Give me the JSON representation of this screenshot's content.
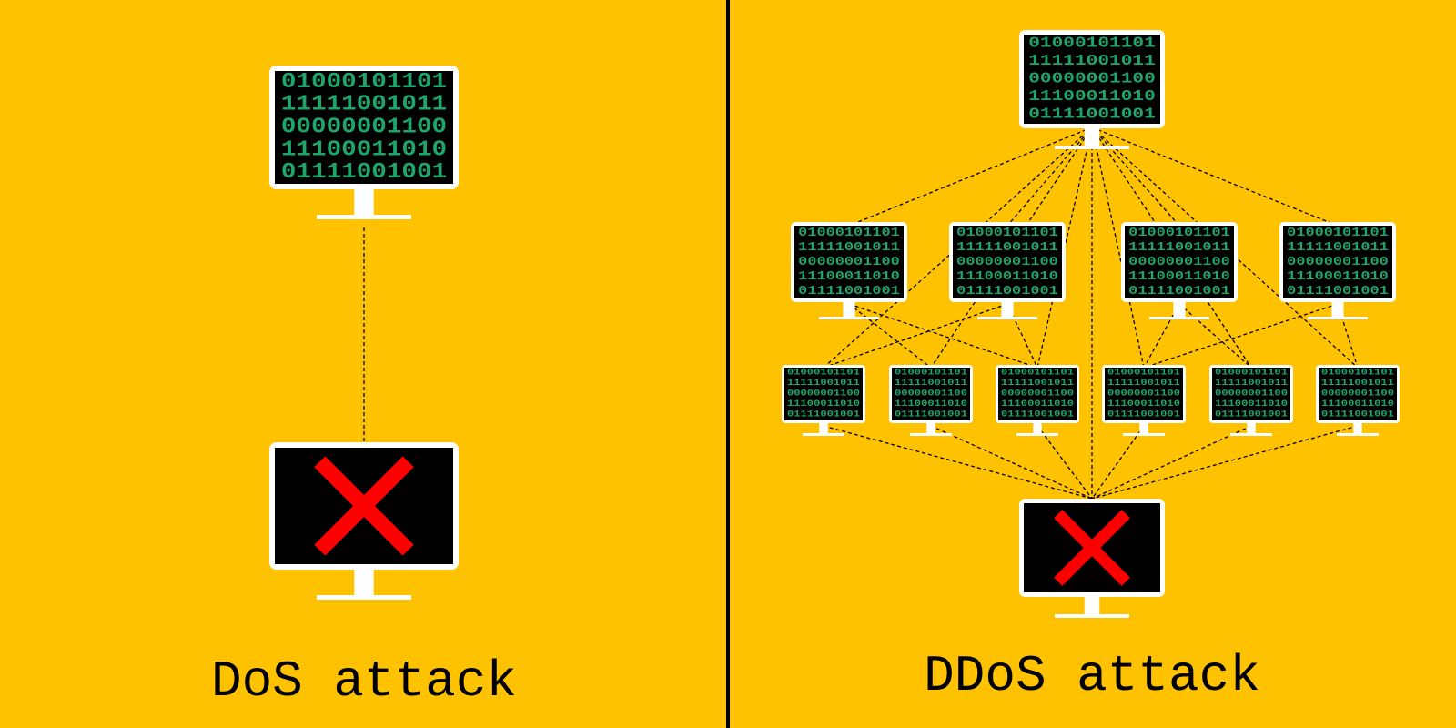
{
  "colors": {
    "background": "#FFC200",
    "screen": "#000000",
    "bezel": "#FFFFFF",
    "code": "#1FA56B",
    "cross": "#FF0000",
    "divider": "#000000",
    "link": "#000000"
  },
  "code_lines": [
    "01000101101",
    "11111001011",
    "00000001100",
    "11100011010",
    "01111001001"
  ],
  "dos": {
    "caption": "DoS attack",
    "attacker_icon": "monitor-icon",
    "victim_icon": "monitor-x-icon"
  },
  "ddos": {
    "caption": "DDoS attack",
    "master_icon": "monitor-icon",
    "handler_count": 4,
    "bot_count": 6,
    "victim_icon": "monitor-x-icon"
  }
}
